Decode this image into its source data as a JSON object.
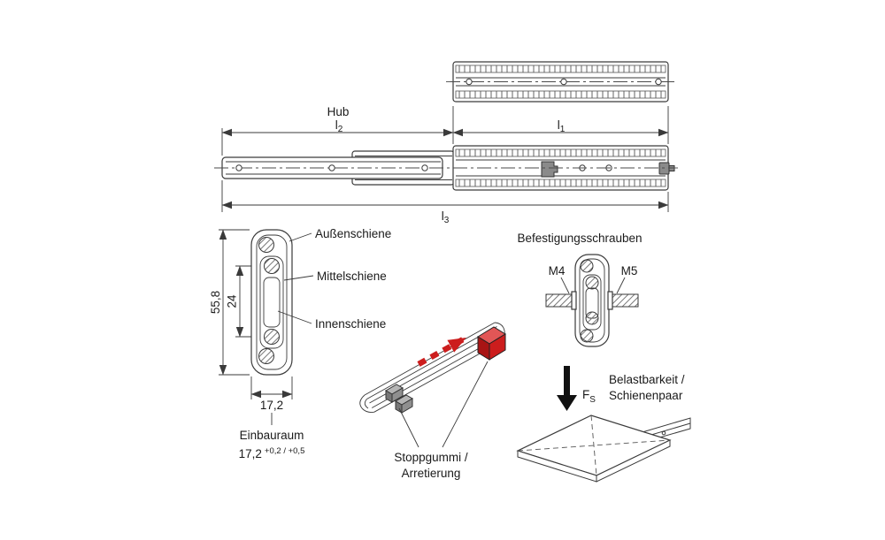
{
  "colors": {
    "line": "#3a3a3a",
    "accent_red": "#cc1d1d",
    "block_gray": "#8a8a8a"
  },
  "extension_view": {
    "hub_label": "Hub",
    "l1": {
      "base": "l",
      "sub": "1"
    },
    "l2": {
      "base": "l",
      "sub": "2"
    },
    "l3": {
      "base": "l",
      "sub": "3"
    }
  },
  "cross_section": {
    "labels": {
      "outer": "Außenschiene",
      "middle": "Mittelschiene",
      "inner": "Innenschiene"
    },
    "dims": {
      "height": "55,8",
      "inner_height": "24",
      "width": "17,2"
    },
    "install_space": {
      "title": "Einbauraum",
      "value": "17,2",
      "tolerance": "+0,2 / +0,5"
    }
  },
  "mounting_screws": {
    "title": "Befestigungsschrauben",
    "left": "M4",
    "right": "M5"
  },
  "stop_detail": {
    "line1": "Stoppgummi /",
    "line2": "Arretierung"
  },
  "load_capacity": {
    "force": {
      "base": "F",
      "sub": "S"
    },
    "line1": "Belastbarkeit /",
    "line2": "Schienenpaar"
  }
}
